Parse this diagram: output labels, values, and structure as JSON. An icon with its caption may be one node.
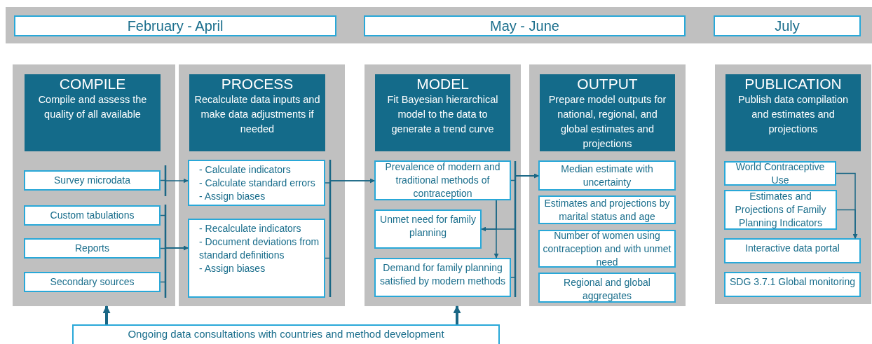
{
  "diagram": {
    "nodes": [
      {
        "text": [
          "February - April"
        ]
      },
      {
        "text": [
          "May - June"
        ]
      },
      {
        "text": [
          "July"
        ]
      },
      {
        "text": [],
        "shape": "box"
      },
      {
        "text": [
          "COMPILE",
          "Compile and assess the quality of all available"
        ],
        "in": 3
      },
      {
        "text": [
          "Survey microdata"
        ],
        "in": 3
      },
      {
        "text": [
          "Custom tabulations"
        ],
        "in": 3
      },
      {
        "text": [
          "Reports"
        ],
        "in": 3
      },
      {
        "text": [
          "Secondary sources"
        ],
        "in": 3
      },
      {
        "text": [],
        "shape": "box"
      },
      {
        "text": [
          "PROCESS",
          "Recalculate data inputs and make data adjustments if needed"
        ],
        "in": 9
      },
      {
        "text": [
          "- Calculate indicators",
          "- Calculate standard errors",
          "- Assign biases"
        ],
        "in": 9
      },
      {
        "text": [
          "- Recalculate indicators",
          "- Document deviations from standard definitions",
          "- Assign biases"
        ],
        "in": 9
      },
      {
        "text": [],
        "shape": "box"
      },
      {
        "text": [
          "MODEL",
          "Fit Bayesian hierarchical model to the data to generate a trend curve"
        ],
        "in": 13
      },
      {
        "text": [
          "Prevalence of modern and traditional methods of contraception"
        ],
        "in": 13
      },
      {
        "text": [
          "Unmet need for family planning"
        ],
        "in": 13
      },
      {
        "text": [
          "Demand for family planning satisfied by modern methods"
        ],
        "in": 13
      },
      {
        "text": [],
        "shape": "box"
      },
      {
        "text": [
          "OUTPUT",
          "Prepare model outputs for national, regional, and global estimates and projections"
        ],
        "in": 18
      },
      {
        "text": [
          "Median estimate with uncertainty"
        ],
        "in": 18
      },
      {
        "text": [
          "Estimates and projections by marital status and age"
        ],
        "in": 18
      },
      {
        "text": [
          "Number of women using contraception and with unmet need"
        ],
        "in": 18
      },
      {
        "text": [
          "Regional and global aggregates"
        ],
        "in": 18
      },
      {
        "text": [],
        "shape": "box"
      },
      {
        "text": [
          "PUBLICATION",
          "Publish data compilation and estimates and projections"
        ],
        "in": 24
      },
      {
        "text": [
          "World Contraceptive Use"
        ],
        "in": 24
      },
      {
        "text": [
          "Estimates and Projections of Family Planning Indicators"
        ],
        "in": 24
      },
      {
        "text": [
          "Interactive data portal"
        ],
        "in": 24
      },
      {
        "text": [
          "SDG 3.7.1 Global monitoring"
        ],
        "in": 24
      },
      {
        "text": [
          "Ongoing data consultations with countries and method development"
        ]
      }
    ],
    "edges": [
      {
        "from": 5,
        "to": 11,
        "arrow": "to"
      },
      {
        "from": 6,
        "to": 12,
        "arrow": "to"
      },
      {
        "from": 7,
        "to": 12,
        "arrow": "to"
      },
      {
        "from": 8,
        "to": 12,
        "arrow": "to"
      },
      {
        "from": 11,
        "to": 15,
        "arrow": "to"
      },
      {
        "from": 12,
        "to": 15,
        "arrow": "to"
      },
      {
        "from": 15,
        "to": 16,
        "arrow": "to"
      },
      {
        "from": 15,
        "to": 17,
        "arrow": "to"
      },
      {
        "from": 15,
        "to": 20,
        "arrow": "to"
      },
      {
        "from": 16,
        "to": 20,
        "arrow": "to"
      },
      {
        "from": 17,
        "to": 20,
        "arrow": "to"
      },
      {
        "from": 26,
        "to": 28,
        "arrow": "to"
      },
      {
        "from": 27,
        "to": 28,
        "arrow": "to"
      },
      {
        "from": 30,
        "to": 3,
        "arrow": "to",
        "style": "thick"
      },
      {
        "from": 30,
        "to": 13,
        "arrow": "to",
        "style": "thick"
      }
    ]
  }
}
